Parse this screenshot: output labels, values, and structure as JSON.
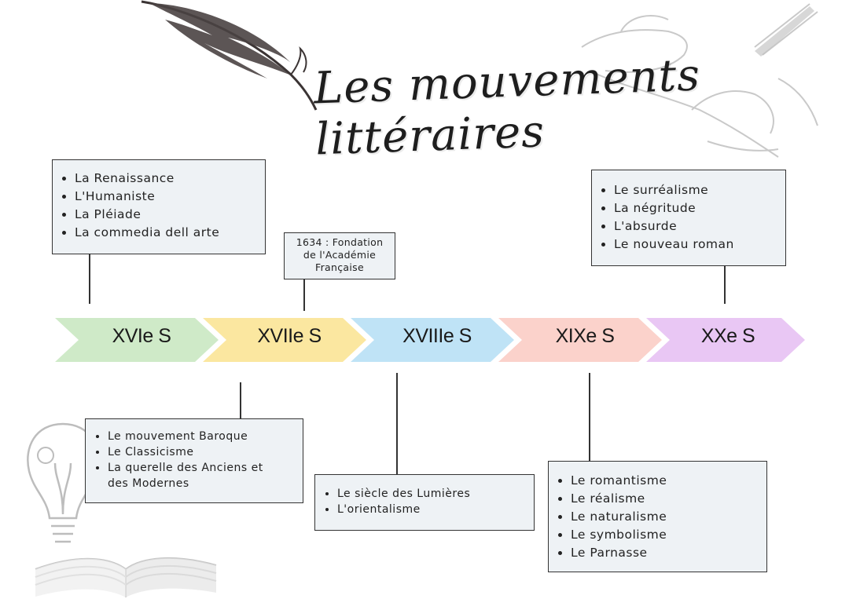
{
  "title": "Les mouvements littéraires",
  "timeline": {
    "periods": [
      {
        "label": "XVIe S",
        "color": "#cfeac8"
      },
      {
        "label": "XVIIe S",
        "color": "#fbe7a0"
      },
      {
        "label": "XVIIIe S",
        "color": "#bfe3f6"
      },
      {
        "label": "XIXe S",
        "color": "#fbd2cb"
      },
      {
        "label": "XXe S",
        "color": "#e9c7f4"
      }
    ]
  },
  "boxes": {
    "xvi": [
      "La Renaissance",
      "L'Humaniste",
      "La Pléiade",
      "La commedia dell arte"
    ],
    "xvii": [
      "Le mouvement Baroque",
      "Le Classicisme",
      "La querelle des Anciens et des Modernes"
    ],
    "xviii": [
      "Le siècle des Lumières",
      "L'orientalisme"
    ],
    "xix": [
      "Le romantisme",
      "Le réalisme",
      "Le naturalisme",
      "Le symbolisme",
      "Le Parnasse"
    ],
    "xx": [
      "Le surréalisme",
      "La négritude",
      "L'absurde",
      "Le nouveau roman"
    ]
  },
  "note": {
    "line1": "1634 : Fondation",
    "line2": "de l'Académie",
    "line3": "Française"
  },
  "decorations": [
    "feather-icon",
    "writing-hand-icon",
    "lightbulb-icon",
    "open-book-icon"
  ]
}
